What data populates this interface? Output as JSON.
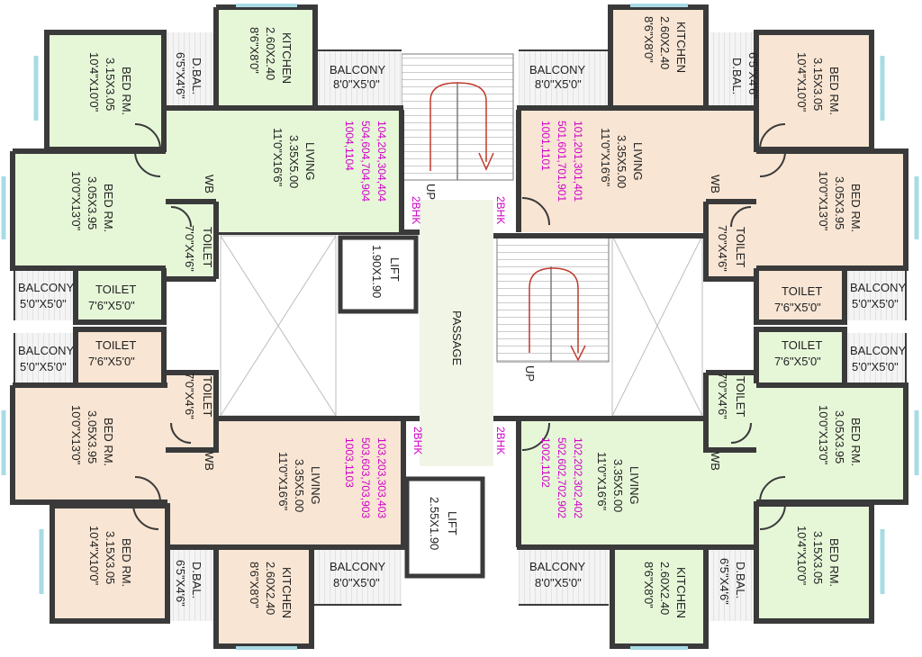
{
  "colors": {
    "green_flat": "#e6f7d8",
    "peach_flat": "#f8e5d3",
    "balcony": "#f2f2f2",
    "wall": "#3a3a3a",
    "magenta_text": "#d000c8",
    "window": "#a8dbe6"
  },
  "common": {
    "passage": "PASSAGE",
    "lift1_name": "LIFT",
    "lift1_size": "1.90X1.90",
    "lift2_name": "LIFT",
    "lift2_size": "2.55X1.90",
    "stair_up_top": "UP",
    "stair_up_mid": "UP"
  },
  "flats": {
    "top_left": {
      "type": "2BHK",
      "numbers1": "104,204,304,404",
      "numbers2": "504,604,704,904",
      "numbers3": "1004,1104",
      "bed1": {
        "name": "BED RM.",
        "metric": "3.15X3.05",
        "imperial": "10'4\"X10'0\""
      },
      "bed2": {
        "name": "BED RM.",
        "metric": "3.05X3.95",
        "imperial": "10'0\"X13'0\""
      },
      "living": {
        "name": "LIVING",
        "metric": "3.35X5.00",
        "imperial": "11'0\"X16'6\""
      },
      "kitchen": {
        "name": "KITCHEN",
        "metric": "2.60X2.40",
        "imperial": "8'6\"X8'0\""
      },
      "dbal": {
        "name": "D.BAL.",
        "imperial": "6'5\"X4'6\""
      },
      "balcony": {
        "name": "BALCONY",
        "imperial": "8'0\"X5'0\""
      },
      "toilet_small": {
        "name": "TOILET",
        "imperial": "7'0\"X4'6\""
      },
      "toilet": {
        "name": "TOILET",
        "imperial": "7'6\"X5'0\""
      },
      "side_balcony": {
        "name": "BALCONY",
        "imperial": "5'0\"X5'0\""
      },
      "wb": "WB"
    },
    "top_right": {
      "type": "2BHK",
      "numbers1": "101,201,301,401",
      "numbers2": "501,601,701,901",
      "numbers3": "1001,1101",
      "bed1": {
        "name": "BED RM.",
        "metric": "3.15X3.05",
        "imperial": "10'4\"X10'0\""
      },
      "bed2": {
        "name": "BED RM.",
        "metric": "3.05X3.95",
        "imperial": "10'0\"X13'0\""
      },
      "living": {
        "name": "LIVING",
        "metric": "3.35X5.00",
        "imperial": "11'0\"X16'6\""
      },
      "kitchen": {
        "name": "KITCHEN",
        "metric": "2.60X2.40",
        "imperial": "8'6\"X8'0\""
      },
      "dbal": {
        "name": "D.BAL.",
        "imperial": "6'5\"X4'6\""
      },
      "balcony": {
        "name": "BALCONY",
        "imperial": "8'0\"X5'0\""
      },
      "toilet_small": {
        "name": "TOILET",
        "imperial": "7'0\"X4'6\""
      },
      "toilet": {
        "name": "TOILET",
        "imperial": "7'6\"X5'0\""
      },
      "side_balcony": {
        "name": "BALCONY",
        "imperial": "5'0\"X5'0\""
      },
      "wb": "WB"
    },
    "bottom_left": {
      "type": "2BHK",
      "numbers1": "103,203,303,403",
      "numbers2": "503,603,703,903",
      "numbers3": "1003,1103",
      "bed1": {
        "name": "BED RM.",
        "metric": "3.15X3.05",
        "imperial": "10'4\"X10'0\""
      },
      "bed2": {
        "name": "BED RM.",
        "metric": "3.05X3.95",
        "imperial": "10'0\"X13'0\""
      },
      "living": {
        "name": "LIVING",
        "metric": "3.35X5.00",
        "imperial": "11'0\"X16'6\""
      },
      "kitchen": {
        "name": "KITCHEN",
        "metric": "2.60X2.40",
        "imperial": "8'6\"X8'0\""
      },
      "dbal": {
        "name": "D.BAL.",
        "imperial": "6'5\"X4'6\""
      },
      "balcony": {
        "name": "BALCONY",
        "imperial": "8'0\"X5'0\""
      },
      "toilet_small": {
        "name": "TOILET",
        "imperial": "7'0\"X4'6\""
      },
      "toilet": {
        "name": "TOILET",
        "imperial": "7'6\"X5'0\""
      },
      "side_balcony": {
        "name": "BALCONY",
        "imperial": "5'0\"X5'0\""
      },
      "wb": "WB"
    },
    "bottom_right": {
      "type": "2BHK",
      "numbers1": "102,202,302,402",
      "numbers2": "502,602,702,902",
      "numbers3": "1002,1102",
      "bed1": {
        "name": "BED RM.",
        "metric": "3.15X3.05",
        "imperial": "10'4\"X10'0\""
      },
      "bed2": {
        "name": "BED RM.",
        "metric": "3.05X3.95",
        "imperial": "10'0\"X13'0\""
      },
      "living": {
        "name": "LIVING",
        "metric": "3.35X5.00",
        "imperial": "11'0\"X16'6\""
      },
      "kitchen": {
        "name": "KITCHEN",
        "metric": "2.60X2.40",
        "imperial": "8'6\"X8'0\""
      },
      "dbal": {
        "name": "D.BAL.",
        "imperial": "6'5\"X4'6\""
      },
      "balcony": {
        "name": "BALCONY",
        "imperial": "8'0\"X5'0\""
      },
      "toilet_small": {
        "name": "TOILET",
        "imperial": "7'0\"X4'6\""
      },
      "toilet": {
        "name": "TOILET",
        "imperial": "7'6\"X5'0\""
      },
      "side_balcony": {
        "name": "BALCONY",
        "imperial": "5'0\"X5'0\""
      },
      "wb": "WB"
    }
  }
}
